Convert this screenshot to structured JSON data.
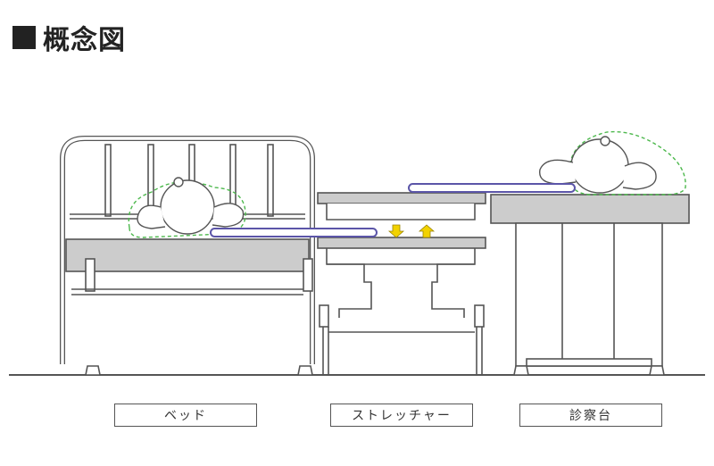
{
  "title": "概念図",
  "labels": {
    "bed": "ベッド",
    "stretcher": "ストレッチャー",
    "exam_table": "診察台"
  },
  "colors": {
    "outline": "#555555",
    "fill_gray": "#cccccc",
    "slide_board": "#5b55a8",
    "patient_dashed": "#4cb84c",
    "arrow": "#f2d200"
  },
  "icons": {
    "title_marker": "black-square",
    "arrows": [
      "down-arrow-icon",
      "up-arrow-icon"
    ]
  }
}
